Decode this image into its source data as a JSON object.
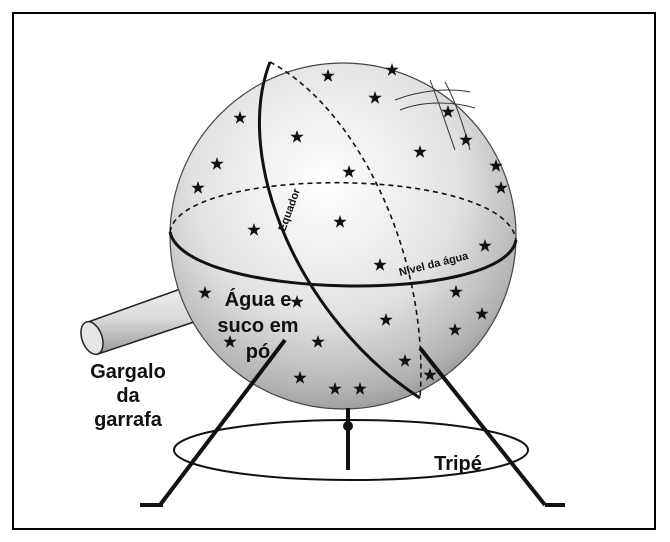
{
  "diagram": {
    "labels": {
      "water_juice_line1": "Água e",
      "water_juice_line2": "suco em",
      "water_juice_line3": "pó",
      "bottle_neck_line1": "Gargalo",
      "bottle_neck_line2": "da",
      "bottle_neck_line3": "garrafa",
      "tripod": "Tripé",
      "equator": "Equador",
      "water_level": "Nível da água"
    },
    "star_icon": "star-icon",
    "colors": {
      "sphere_light": "#f7f7f7",
      "sphere_dark": "#8f8f8f",
      "lines": "#111111"
    }
  }
}
